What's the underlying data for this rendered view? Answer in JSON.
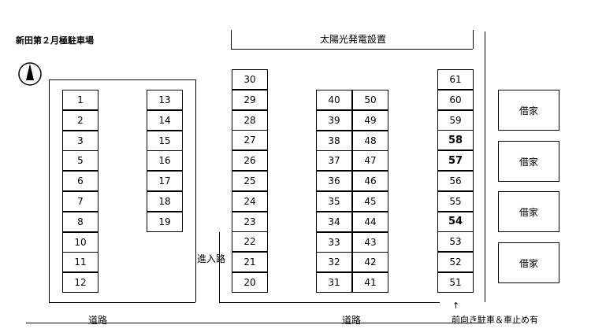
{
  "title": "新田第２月極駐車場",
  "compass": "north-arrow-icon",
  "solar_label": "太陽光発電設置",
  "entrance_label": "進入路",
  "road_label_left": "道路",
  "road_label_right": "道路",
  "note_label": "前向き駐車＆車止め有",
  "note_arrow": "↑",
  "house_label": "借家",
  "col_a": [
    "1",
    "2",
    "3",
    "5",
    "6",
    "7",
    "8",
    "10",
    "11",
    "12"
  ],
  "col_b": [
    "13",
    "14",
    "15",
    "16",
    "17",
    "18",
    "19"
  ],
  "col_c": [
    "30",
    "29",
    "28",
    "27",
    "26",
    "25",
    "24",
    "23",
    "22",
    "21",
    "20"
  ],
  "col_d": [
    "40",
    "39",
    "38",
    "37",
    "36",
    "35",
    "34",
    "33",
    "32",
    "31"
  ],
  "col_e": [
    "50",
    "49",
    "48",
    "47",
    "46",
    "45",
    "44",
    "43",
    "42",
    "41"
  ],
  "col_f": [
    "61",
    "60",
    "59",
    "58",
    "57",
    "56",
    "55",
    "54",
    "53",
    "52",
    "51"
  ],
  "bold_spots": [
    "58",
    "57",
    "54"
  ],
  "houses": [
    "借家",
    "借家",
    "借家",
    "借家"
  ]
}
